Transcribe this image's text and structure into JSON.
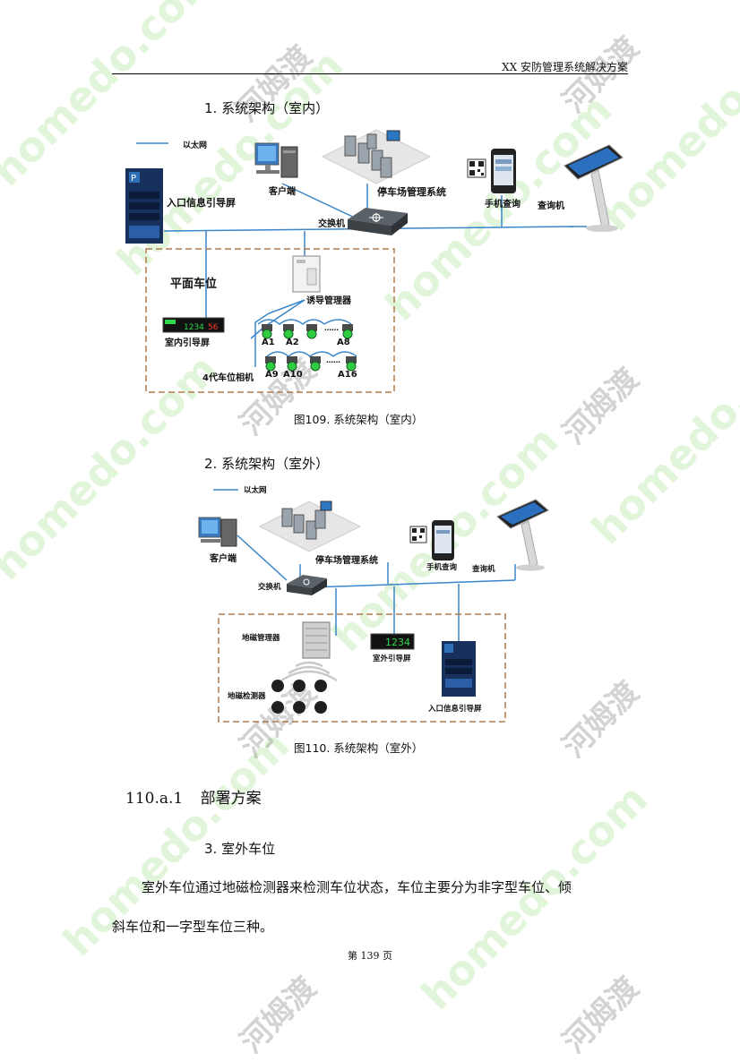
{
  "header": {
    "title": "XX 安防管理系统解决方案"
  },
  "watermark": {
    "latin": "homedo.com",
    "cn": "河姆渡"
  },
  "section1": {
    "title": "1.  系统架构（室内）",
    "legend_ethernet": "以太网",
    "labels": {
      "client": "客户端",
      "parking_system": "停车场管理系统",
      "mobile_query": "手机查询",
      "query_kiosk": "查询机",
      "entrance_screen": "入口信息引导屏",
      "switch": "交换机",
      "flat_parking": "平面车位",
      "guide_manager": "诱导管理器",
      "indoor_screen": "室内引导屏",
      "camera_gen4": "4代车位相机",
      "a1": "A1",
      "a2": "A2",
      "a8": "A8",
      "a9": "A9",
      "a10": "A10",
      "a16": "A16",
      "dots": "……"
    },
    "caption": "图109.    系统架构（室内）"
  },
  "section2": {
    "title": "2.  系统架构（室外）",
    "legend_ethernet": "以太网",
    "labels": {
      "client": "客户端",
      "parking_system": "停车场管理系统",
      "mobile_query": "手机查询",
      "query_kiosk": "查询机",
      "switch": "交换机",
      "geo_manager": "地磁管理器",
      "outdoor_screen": "室外引导屏",
      "geo_detector": "地磁检测器",
      "entrance_screen": "入口信息引导屏",
      "outdoor_display": "1234"
    },
    "caption": "图110.    系统架构（室外）"
  },
  "deploy": {
    "heading_num": "110.a.1",
    "heading_text": "部署方案",
    "sub_title": "3.  室外车位",
    "para_line1": "室外车位通过地磁检测器来检测车位状态，车位主要分为非字型车位、倾",
    "para_line2": "斜车位和一字型车位三种。"
  },
  "footer": {
    "page": "第 139 页"
  },
  "colors": {
    "network_line": "#3a86c8",
    "dash_box": "#b07a49",
    "display_green": "#2fd84a"
  }
}
